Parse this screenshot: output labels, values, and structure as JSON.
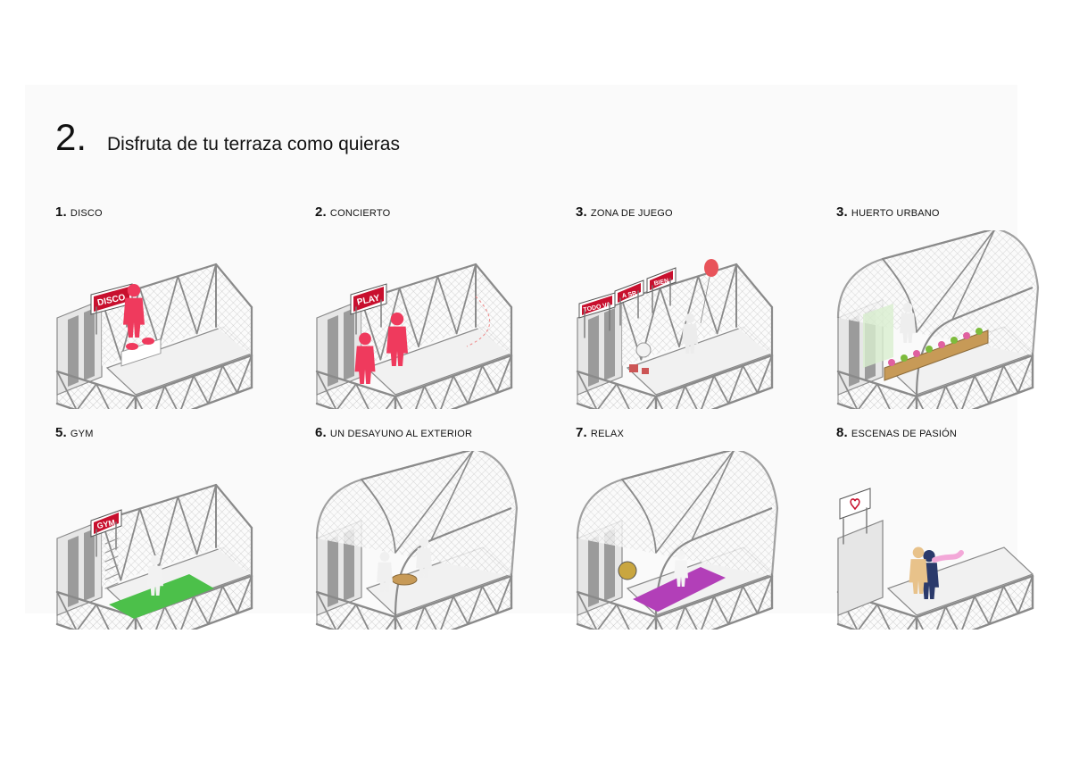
{
  "heading": {
    "number": "2.",
    "title": "Disfruta de tu terraza como quieras"
  },
  "panels": [
    {
      "number": "1.",
      "label": "DISCO",
      "sign": "DISCO",
      "scene": "disco",
      "shell": "box"
    },
    {
      "number": "2.",
      "label": "CONCIERTO",
      "sign": "PLAY",
      "scene": "concierto",
      "shell": "box"
    },
    {
      "number": "3.",
      "label": "ZONA DE JUEGO",
      "signs": [
        "TODO VA",
        "A SR",
        "BIEN"
      ],
      "scene": "juego",
      "shell": "box"
    },
    {
      "number": "3.",
      "label": "HUERTO URBANO",
      "scene": "huerto",
      "shell": "arch"
    },
    {
      "number": "5.",
      "label": "GYM",
      "sign": "GYM",
      "scene": "gym",
      "shell": "box"
    },
    {
      "number": "6.",
      "label": "UN DESAYUNO AL EXTERIOR",
      "scene": "desayuno",
      "shell": "arch"
    },
    {
      "number": "7.",
      "label": "RELAX",
      "scene": "relax",
      "shell": "arch"
    },
    {
      "number": "8.",
      "label": "ESCENAS DE PASIÓN",
      "scene": "pasion",
      "shell": "short"
    }
  ],
  "colors": {
    "accent_red": "#c8102e",
    "figure_pink": "#ef3a5d",
    "frame_gray": "#8a8a8a",
    "mesh_gray": "#bdbdbd",
    "gym_green": "#4cc04a",
    "relax_purple": "#b23fb8",
    "plant_green": "#7dbb3c",
    "planter_wood": "#c79a57"
  }
}
